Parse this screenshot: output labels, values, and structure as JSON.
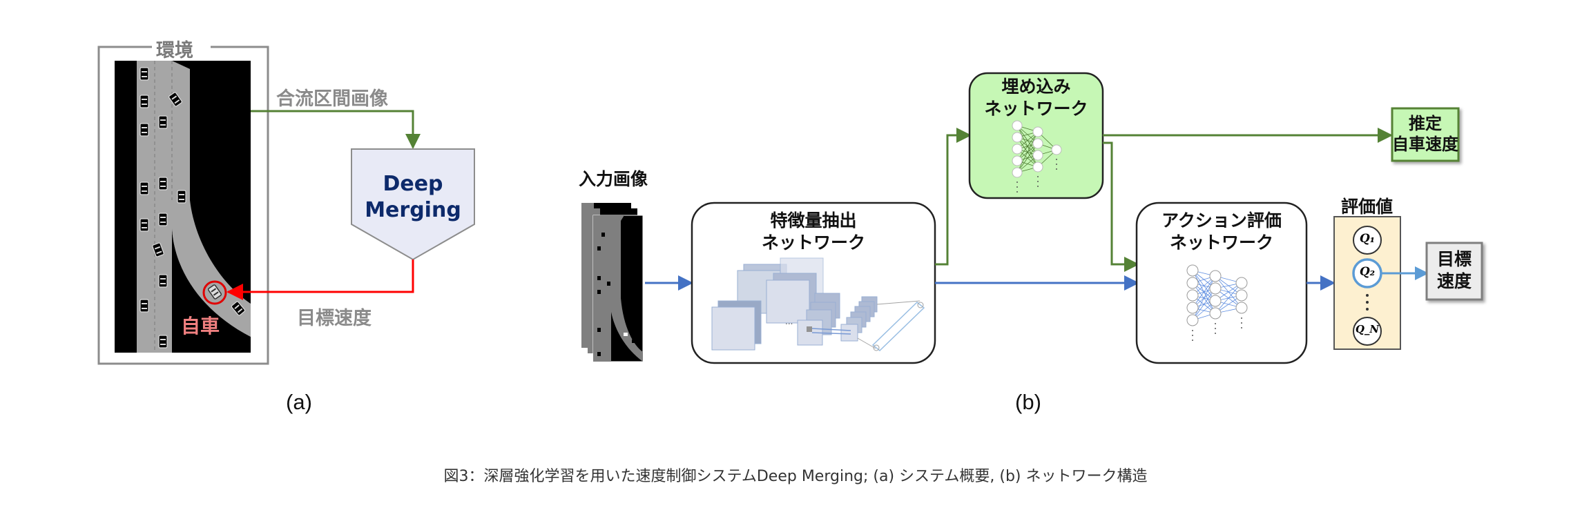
{
  "panel_a": {
    "environment_label": "環境",
    "merge_image_label": "合流区間画像",
    "system_name_line1": "Deep",
    "system_name_line2": "Merging",
    "target_speed_label": "目標速度",
    "ego_vehicle_label": "自車",
    "subfigure_label": "(a)"
  },
  "panel_b": {
    "input_image_label": "入力画像",
    "feature_net_line1": "特徴量抽出",
    "feature_net_line2": "ネットワーク",
    "embed_net_line1": "埋め込み",
    "embed_net_line2": "ネットワーク",
    "estimated_speed_line1": "推定",
    "estimated_speed_line2": "自車速度",
    "action_net_line1": "アクション評価",
    "action_net_line2": "ネットワーク",
    "q_values_label": "評価値",
    "q_nodes": [
      "Q₁",
      "Q₂",
      "Q_N"
    ],
    "selected_q": "Q₂",
    "target_speed_line1": "目標",
    "target_speed_line2": "速度",
    "subfigure_label": "(b)"
  },
  "colors": {
    "green_arrow": "#548235",
    "blue_arrow": "#4472c4",
    "red_arrow": "#ff0000",
    "green_fill": "#c6f7b5",
    "q_panel_fill": "#fdf0d0",
    "deep_merging_fill": "#e8eaf6",
    "deep_merging_text": "#0d2a6b",
    "ego_label": "#f08080"
  },
  "caption": "図3：深層強化学習を用いた速度制御システムDeep Merging; (a) システム概要, (b) ネットワーク構造"
}
